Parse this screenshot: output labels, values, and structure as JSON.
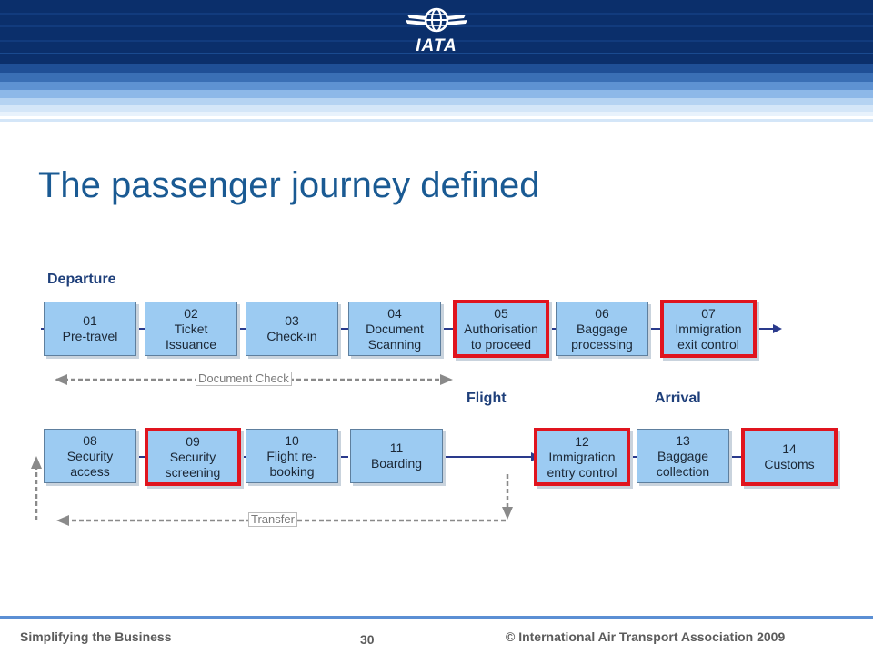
{
  "header": {
    "logo_text": "IATA"
  },
  "title": "The passenger journey defined",
  "sections": {
    "departure": "Departure",
    "flight": "Flight",
    "arrival": "Arrival"
  },
  "steps": [
    {
      "num": "01",
      "label": "Pre-travel",
      "highlighted": false
    },
    {
      "num": "02",
      "label": "Ticket Issuance",
      "highlighted": false
    },
    {
      "num": "03",
      "label": "Check-in",
      "highlighted": false
    },
    {
      "num": "04",
      "label": "Document Scanning",
      "highlighted": false
    },
    {
      "num": "05",
      "label": "Authorisation to proceed",
      "highlighted": true
    },
    {
      "num": "06",
      "label": "Baggage processing",
      "highlighted": false
    },
    {
      "num": "07",
      "label": "Immigration exit control",
      "highlighted": true
    },
    {
      "num": "08",
      "label": "Security access",
      "highlighted": false
    },
    {
      "num": "09",
      "label": "Security screening",
      "highlighted": true
    },
    {
      "num": "10",
      "label": "Flight re-booking",
      "highlighted": false
    },
    {
      "num": "11",
      "label": "Boarding",
      "highlighted": false
    },
    {
      "num": "12",
      "label": "Immigration entry control",
      "highlighted": true
    },
    {
      "num": "13",
      "label": "Baggage collection",
      "highlighted": false
    },
    {
      "num": "14",
      "label": "Customs",
      "highlighted": true
    }
  ],
  "annotations": {
    "document_check": "Document Check",
    "transfer": "Transfer"
  },
  "footer": {
    "left": "Simplifying the Business",
    "page": "30",
    "right": "© International Air Transport Association 2009"
  },
  "colors": {
    "box_fill": "#9ccbf2",
    "highlight": "#e0141e",
    "flow_arrow": "#2a3a8c",
    "title": "#1a5a93",
    "header_navy": "#0b2f6b"
  }
}
